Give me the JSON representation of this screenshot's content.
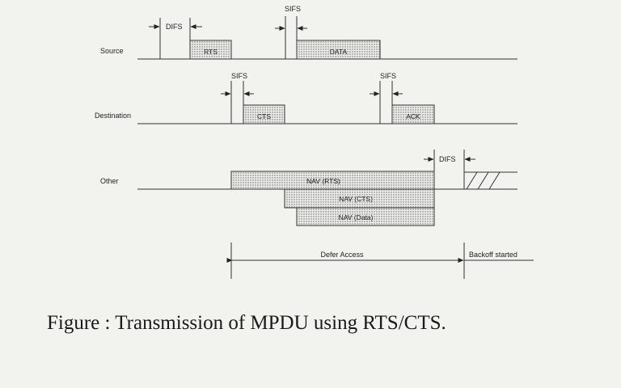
{
  "rows": {
    "source": "Source",
    "destination": "Destination",
    "other": "Other"
  },
  "frames": {
    "rts": "RTS",
    "data": "DATA",
    "cts": "CTS",
    "ack": "ACK",
    "nav_rts": "NAV (RTS)",
    "nav_cts": "NAV (CTS)",
    "nav_data": "NAV (Data)"
  },
  "intervals": {
    "difs_source": "DIFS",
    "sifs_source": "SIFS",
    "sifs_cts": "SIFS",
    "sifs_ack": "SIFS",
    "difs_other": "DIFS"
  },
  "bottom": {
    "defer_access": "Defer Access",
    "backoff_started": "Backoff started"
  },
  "caption": "Figure : Transmission of MPDU using RTS/CTS."
}
